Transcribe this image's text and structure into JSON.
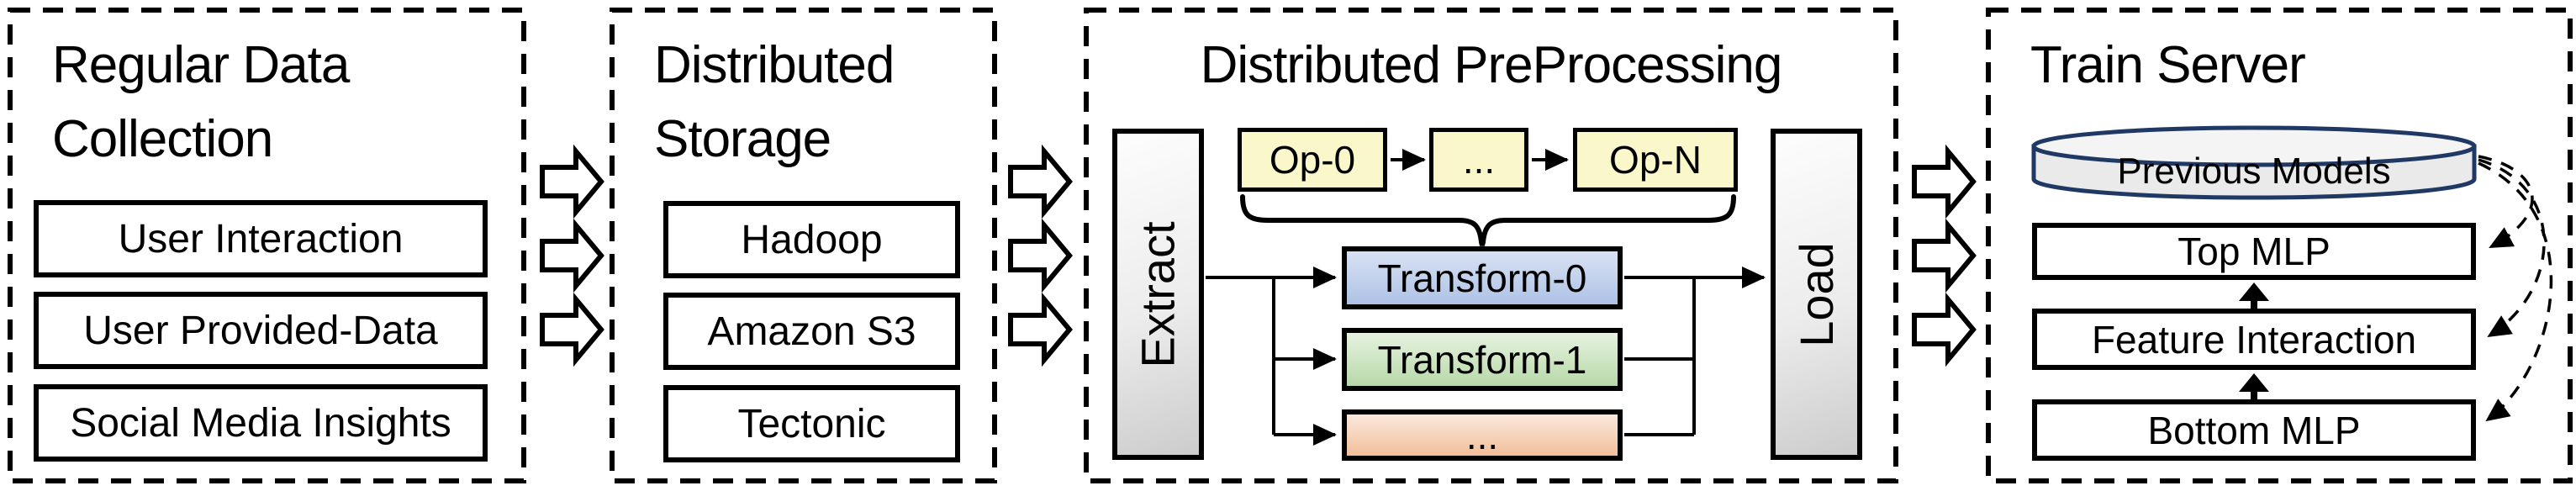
{
  "sections": [
    {
      "title": "Regular Data Collection",
      "items": [
        "User Interaction",
        "User Provided-Data",
        "Social Media Insights"
      ]
    },
    {
      "title": "Distributed Storage",
      "items": [
        "Hadoop",
        "Amazon S3",
        "Tectonic"
      ]
    },
    {
      "title": "Distributed PreProcessing",
      "extract_label": "Extract",
      "load_label": "Load",
      "ops": [
        "Op-0",
        "...",
        "Op-N"
      ],
      "transforms": [
        "Transform-0",
        "Transform-1",
        "..."
      ]
    },
    {
      "title": "Train Server",
      "datastore": "Previous Models",
      "layers": [
        "Top MLP",
        "Feature Interaction",
        "Bottom MLP"
      ]
    }
  ],
  "colors": {
    "op_box_fill": "#FAF7CB",
    "transform0_top": "#D8E1F3",
    "transform0_bottom": "#AFC2E5",
    "transform1_top": "#E7F2E0",
    "transform1_bottom": "#B7D8AA",
    "transform2_top": "#FAE8DC",
    "transform2_bottom": "#F2BF9B",
    "etl_gradient_top": "#FDFDFD",
    "etl_gradient_bottom": "#CCCCCC",
    "cylinder_fill": "#EAEAEA",
    "cylinder_top_fill": "#F4F4F4",
    "cylinder_border": "#1F3864",
    "line_color": "#000000",
    "background": "#FFFFFF"
  }
}
